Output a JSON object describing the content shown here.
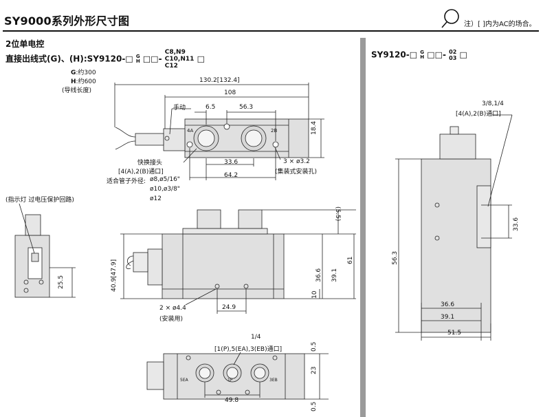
{
  "title": "SY9000系列外形尺寸图",
  "note": "注）[ ]内为AC的场合。",
  "left_heading": {
    "line1": "2位单电控",
    "line2_prefix": "直接出线式(G)、(H):SY9120-□",
    "line2_gh": [
      "G",
      "H"
    ],
    "line2_mid": "□□-",
    "line2_options": [
      "C8,N9",
      "C10,N11",
      "C12"
    ],
    "line2_suffix": "□"
  },
  "right_heading": {
    "prefix": "SY9120-□",
    "gh": [
      "G",
      "H"
    ],
    "mid": "□□-",
    "options": [
      "02",
      "03"
    ],
    "suffix": "□"
  },
  "lead_length": {
    "g": "G",
    "g_text": ":约300",
    "h": "H",
    "h_text": ":约600",
    "label": "(导线长度)"
  },
  "top_view": {
    "dim_total": "130.2[132.4]",
    "dim_108": "108",
    "dim_65": "6.5",
    "dim_563": "56.3",
    "dim_184": "18.4",
    "dim_336": "33.6",
    "dim_642": "64.2",
    "manual": "手动",
    "port_4a": "4A",
    "port_2b": "2B",
    "holes": "3 × ø3.2",
    "holes_note": "(集装式安装孔)",
    "fitting_title": "快换接头",
    "fitting_ports": "[4(A),2(B)通口]",
    "fitting_tube_label": "适合管子外径:",
    "fitting_tubes": [
      "ø8,ø5/16\"",
      "ø10,ø3/8\"",
      "ø12"
    ]
  },
  "indicator_label": "(指示灯 过电压保护回路)",
  "left_view": {
    "dim_255": "25.5"
  },
  "front_view": {
    "dim_55": "(5.5)",
    "dim_409": "40.9[47.9]",
    "dim_368": "36.6",
    "dim_391": "39.1",
    "dim_61": "61",
    "dim_10": "10",
    "dim_249": "24.9",
    "holes": "2 × ø4.4",
    "holes_note": "(安装用)"
  },
  "bottom_view": {
    "thread": "1/4",
    "ports": "[1(P),5(EA),3(EB)通口]",
    "p5": "5EA",
    "p1": "1P",
    "p3": "3EB",
    "dim_498": "49.8",
    "dim_05a": "0.5",
    "dim_23": "23",
    "dim_05b": "0.5"
  },
  "side_view": {
    "thread": "3/8,1/4",
    "ports": "[4(A),2(B)通口]",
    "dim_336": "33.6",
    "dim_563": "56.3",
    "dim_366": "36.6",
    "dim_391": "39.1",
    "dim_515": "51.5"
  }
}
